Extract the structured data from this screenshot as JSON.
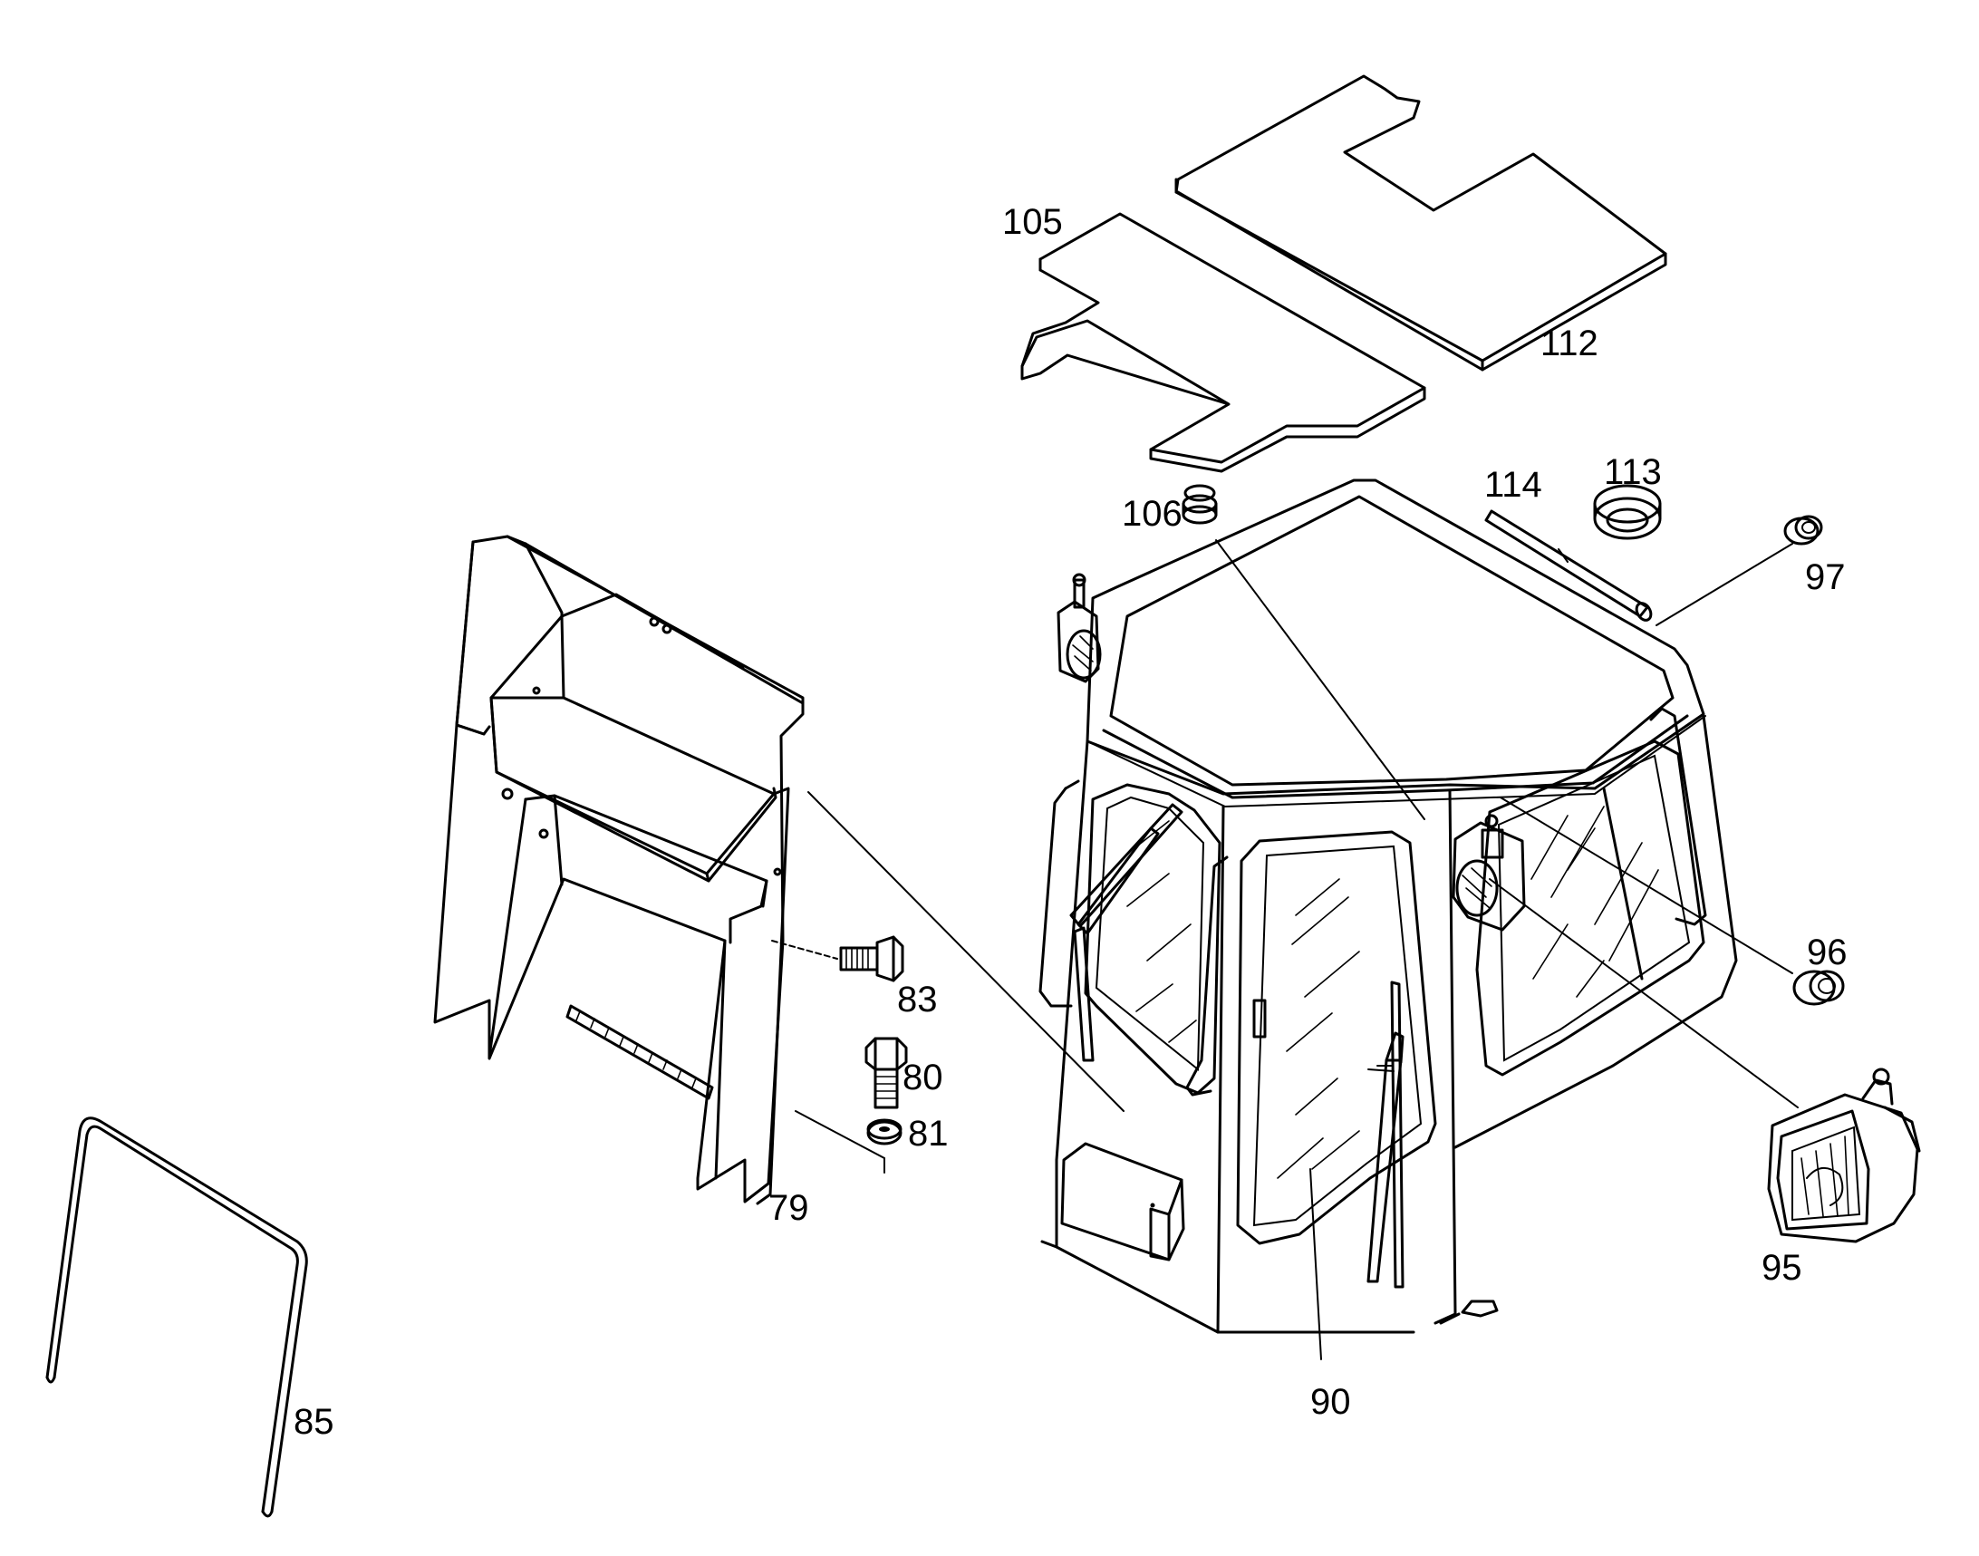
{
  "diagram": {
    "callouts": [
      {
        "id": "105",
        "label": "105"
      },
      {
        "id": "112",
        "label": "112"
      },
      {
        "id": "114",
        "label": "114"
      },
      {
        "id": "113",
        "label": "113"
      },
      {
        "id": "106",
        "label": "106"
      },
      {
        "id": "97",
        "label": "97"
      },
      {
        "id": "96",
        "label": "96"
      },
      {
        "id": "83",
        "label": "83"
      },
      {
        "id": "80",
        "label": "80"
      },
      {
        "id": "81",
        "label": "81"
      },
      {
        "id": "79",
        "label": "79"
      },
      {
        "id": "85",
        "label": "85"
      },
      {
        "id": "90",
        "label": "90"
      },
      {
        "id": "95",
        "label": "95"
      }
    ]
  }
}
